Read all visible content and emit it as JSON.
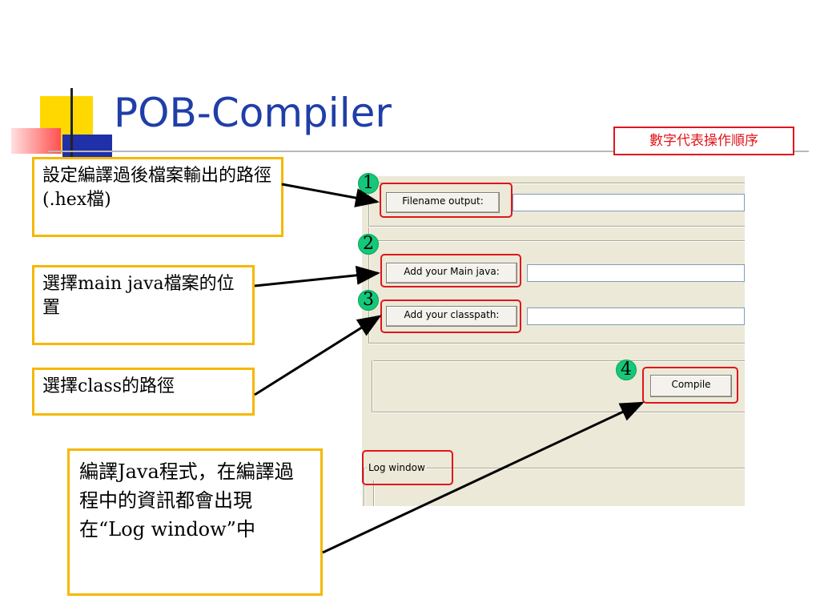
{
  "slide": {
    "title": "POB-Compiler",
    "legend_note": "數字代表操作順序"
  },
  "callouts": {
    "output_path": "設定編譯過後檔案輸出的路徑(.hex檔)",
    "main_java": "選擇main java檔案的位置",
    "classpath": "選擇class的路徑",
    "compile": "編譯Java程式，在編譯過程中的資訊都會出現在“Log window”中"
  },
  "steps": [
    "1",
    "2",
    "3",
    "4"
  ],
  "app": {
    "filename_output_button": "Filename output:",
    "add_main_java_button": "Add your Main java:",
    "add_classpath_button": "Add your classpath:",
    "compile_button": "Compile",
    "log_window_label": "Log window"
  },
  "colors": {
    "title": "#1f3ea8",
    "highlight": "#e0151c",
    "callout_border": "#f5b800",
    "step_badge": "#16c77a"
  }
}
